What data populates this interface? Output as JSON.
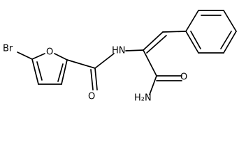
{
  "molecule": {
    "atoms": {
      "br": "Br",
      "o_furan": "O",
      "nh": "HN",
      "o_amide": "O",
      "o_carbamoyl": "O",
      "nh2": "H₂N"
    }
  }
}
